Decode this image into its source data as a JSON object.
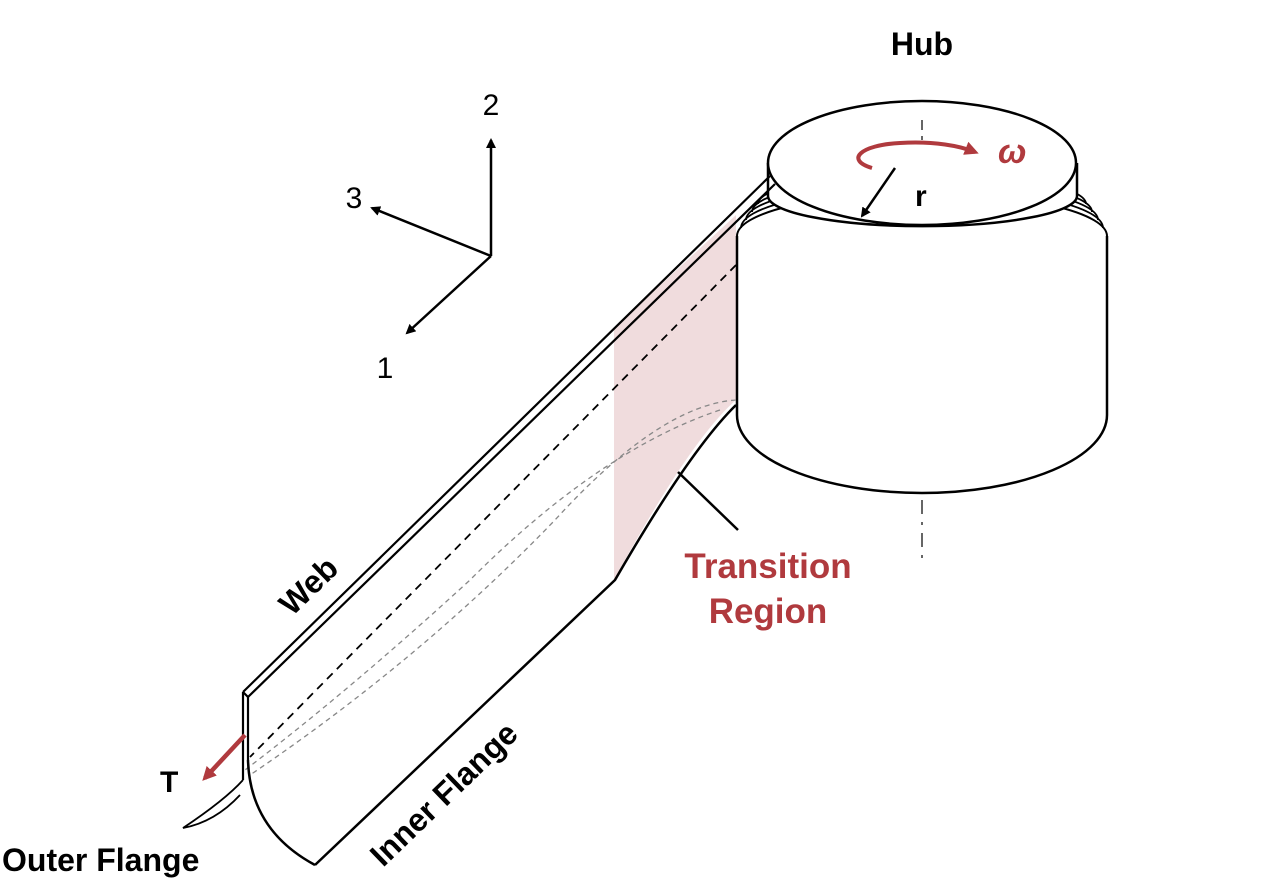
{
  "labels": {
    "hub": "Hub",
    "omega": "ω",
    "radius": "r",
    "axis_1": "1",
    "axis_2": "2",
    "axis_3": "3",
    "web": "Web",
    "inner_flange": "Inner Flange",
    "outer_flange": "Outer Flange",
    "tension": "T",
    "transition_line1": "Transition",
    "transition_line2": "Region"
  },
  "colors": {
    "accent": "#b03a3e",
    "transition_fill": "#f0dcdd",
    "ink": "#000000",
    "hidden_line": "#888888"
  }
}
